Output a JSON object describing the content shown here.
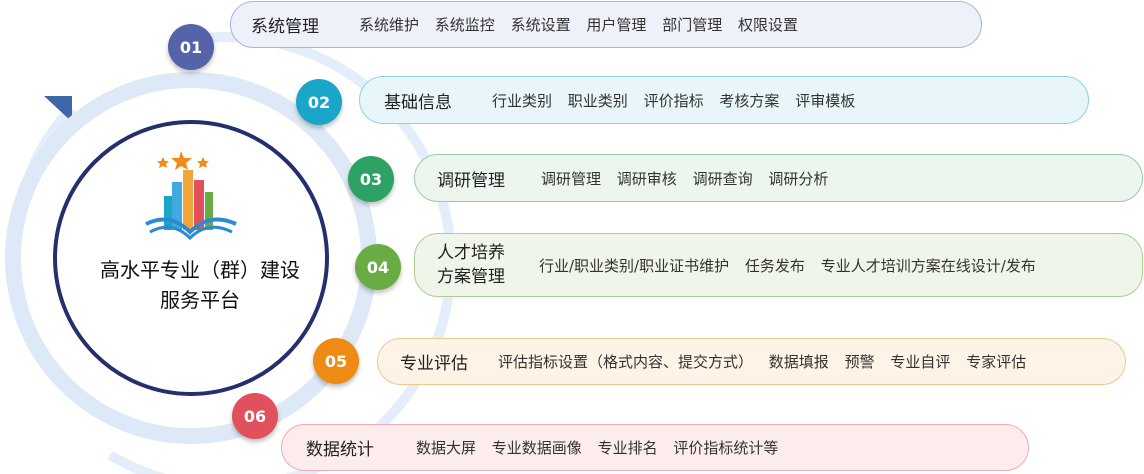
{
  "platform": {
    "title_line1": "高水平专业（群）建设",
    "title_line2": "服务平台"
  },
  "modules": [
    {
      "num": "01",
      "title": "系统管理",
      "items": [
        "系统维护",
        "系统监控",
        "系统设置",
        "用户管理",
        "部门管理",
        "权限设置"
      ],
      "color": "#5563a8",
      "fill": "#eef0fa",
      "border": "#aab3d8"
    },
    {
      "num": "02",
      "title": "基础信息",
      "items": [
        "行业类别",
        "职业类别",
        "评价指标",
        "考核方案",
        "评审模板"
      ],
      "color": "#1aa6c8",
      "fill": "#e8f6fa",
      "border": "#8fd0e2"
    },
    {
      "num": "03",
      "title": "调研管理",
      "items": [
        "调研管理",
        "调研审核",
        "调研查询",
        "调研分析"
      ],
      "color": "#2ea164",
      "fill": "#ecf6ef",
      "border": "#95cca9"
    },
    {
      "num": "04",
      "title_lines": [
        "人才培养",
        "方案管理"
      ],
      "items": [
        "行业/职业类别/职业证书维护",
        "任务发布",
        "专业人才培训方案在线设计/发布"
      ],
      "color": "#6aac44",
      "fill": "#eff6e9",
      "border": "#a9d08f"
    },
    {
      "num": "05",
      "title": "专业评估",
      "items": [
        "评估指标设置（格式内容、提交方式）",
        "数据填报",
        "预警",
        "专业自评",
        "专家评估"
      ],
      "color": "#ef8a14",
      "fill": "#fdf3e6",
      "border": "#f3c68c"
    },
    {
      "num": "06",
      "title": "数据统计",
      "items": [
        "数据大屏",
        "专业数据画像",
        "专业排名",
        "评价指标统计等"
      ],
      "color": "#e0515d",
      "fill": "#fcecee",
      "border": "#efaab0"
    }
  ]
}
